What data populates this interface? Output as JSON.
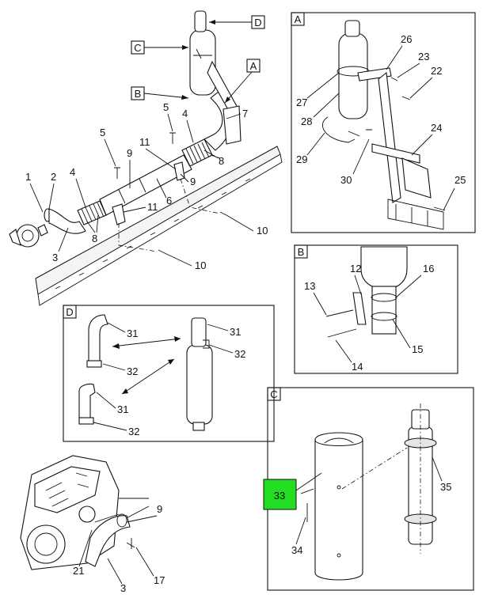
{
  "diagram": {
    "panels": {
      "A": {
        "label": "A"
      },
      "B": {
        "label": "B"
      },
      "C": {
        "label": "C"
      },
      "D": {
        "label": "D"
      }
    },
    "pointers": {
      "A": "A",
      "B": "B",
      "C": "C",
      "D": "D"
    },
    "callouts": {
      "main": [
        "1",
        "2",
        "3",
        "4",
        "4",
        "5",
        "5",
        "6",
        "7",
        "8",
        "8",
        "9",
        "9",
        "10",
        "10",
        "11",
        "11"
      ],
      "panel_A": [
        "22",
        "23",
        "24",
        "25",
        "26",
        "27",
        "28",
        "29",
        "30"
      ],
      "panel_B": [
        "12",
        "13",
        "14",
        "15",
        "16"
      ],
      "panel_C": [
        "33",
        "34",
        "35"
      ],
      "panel_D": [
        "31",
        "31",
        "31",
        "32",
        "32",
        "32"
      ],
      "engine": [
        "3",
        "9",
        "17",
        "21"
      ]
    },
    "highlight": {
      "label": "33",
      "color": "#22dd22"
    }
  }
}
